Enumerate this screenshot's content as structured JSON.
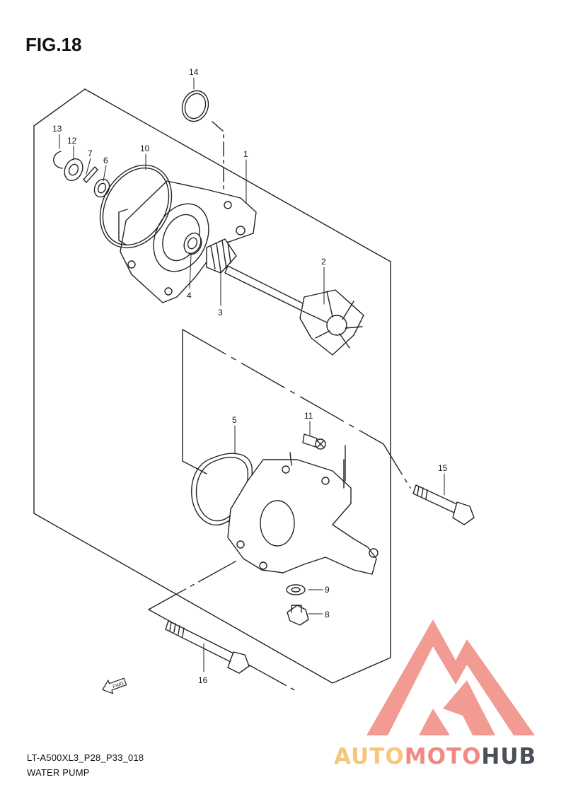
{
  "figure": {
    "title": "FIG.18",
    "model_code": "LT-A500XL3_P28_P33_018",
    "section_name": "WATER PUMP"
  },
  "callouts": [
    "1",
    "2",
    "3",
    "4",
    "5",
    "6",
    "7",
    "8",
    "9",
    "10",
    "11",
    "12",
    "13",
    "14",
    "15",
    "16"
  ],
  "direction_marker": {
    "label": "FWD",
    "icon": "fwd-arrow-icon"
  },
  "watermark": {
    "parts": [
      "AUTO",
      "MOTO",
      "HUB"
    ],
    "colors": {
      "logo": "#f08a80",
      "auto": "#f5c77a",
      "moto": "#f08a80",
      "hub": "#4a4f57"
    }
  }
}
